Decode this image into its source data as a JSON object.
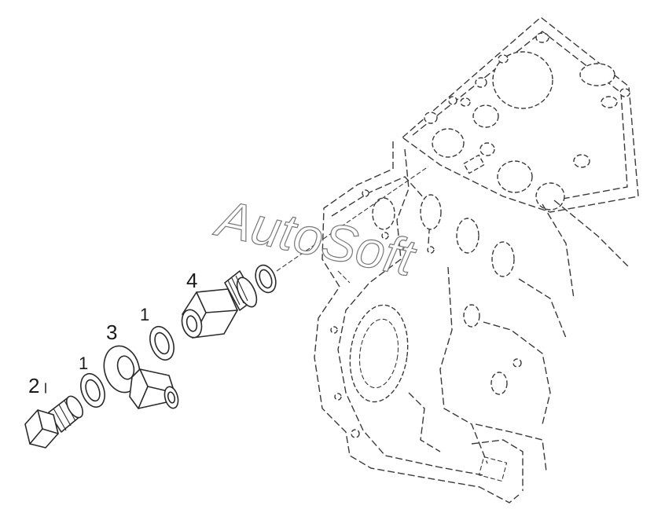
{
  "callouts": {
    "part_2": "2",
    "part_1_left": "1",
    "part_3": "3",
    "part_1_right": "1",
    "part_4": "4"
  },
  "watermark": {
    "text": "AutoSoft"
  }
}
